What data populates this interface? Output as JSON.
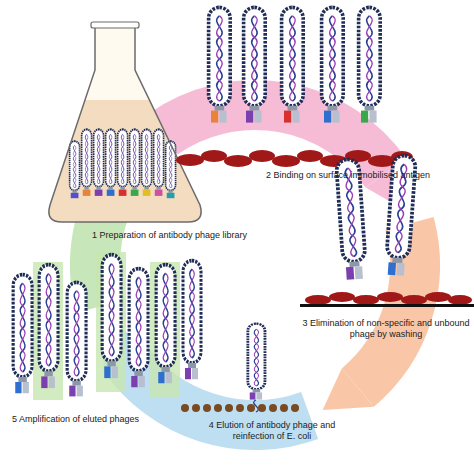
{
  "diagram": {
    "labels": [
      "1 Preparation of antibody phage library",
      "2 Binding on surface immobilised antigen",
      "3 Elimination of non-specific and unbound phage by washing",
      "4 Elution of antibody phage and reinfection of E. coli",
      "5 Amplification of eluted phages"
    ]
  }
}
